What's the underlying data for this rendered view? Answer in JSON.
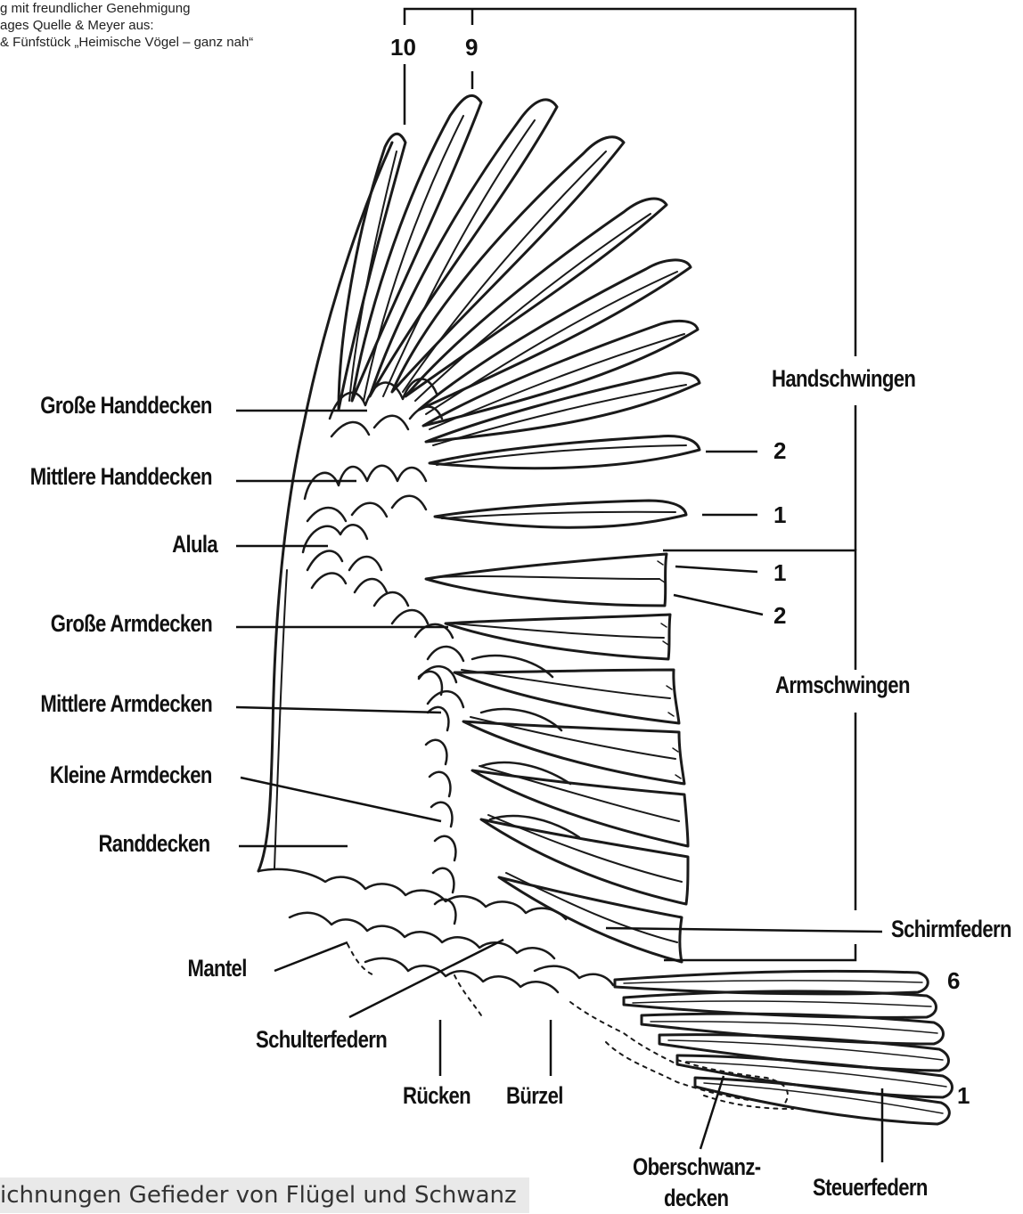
{
  "credit": {
    "line1": "g mit freundlicher Genehmigung",
    "line2": "ages Quelle & Meyer aus:",
    "line3": "& Fünfstück „Heimische Vögel – ganz nah“"
  },
  "labels": {
    "grosse_handdecken": "Große Handdecken",
    "mittlere_handdecken": "Mittlere Handdecken",
    "alula": "Alula",
    "grosse_armdecken": "Große Armdecken",
    "mittlere_armdecken": "Mittlere Armdecken",
    "kleine_armdecken": "Kleine Armdecken",
    "randdecken": "Randdecken",
    "mantel": "Mantel",
    "schulterfedern": "Schulterfedern",
    "ruecken": "Rücken",
    "buerzel": "Bürzel",
    "oberschwanz_1": "Oberschwanz-",
    "oberschwanz_2": "decken",
    "steuerfedern": "Steuerfedern",
    "handschwingen": "Handschwingen",
    "armschwingen": "Armschwingen",
    "schirmfedern": "Schirmfedern"
  },
  "numbers": {
    "primary_10": "10",
    "primary_9": "9",
    "primary_2": "2",
    "primary_1": "1",
    "secondary_1": "1",
    "secondary_2": "2",
    "tail_6": "6",
    "tail_1": "1"
  },
  "caption": "ichnungen Gefieder von Flügel und Schwanz"
}
